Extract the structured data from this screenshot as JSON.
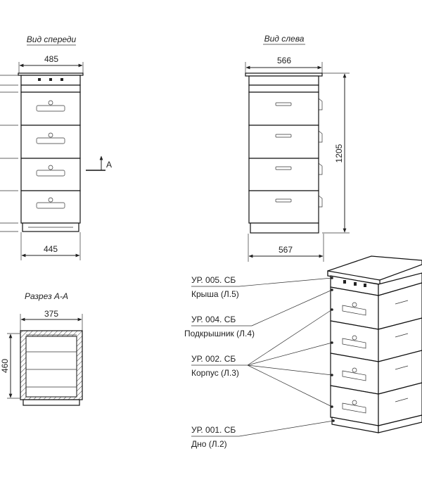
{
  "views": {
    "front": {
      "title": "Вид спереди",
      "dim_top": "485",
      "dim_bottom": "445"
    },
    "left": {
      "title": "Вид слева",
      "dim_top": "566",
      "dim_bottom": "567",
      "dim_height": "1205"
    },
    "section_marker": "A",
    "section": {
      "title": "Разрез А-А",
      "dim_width": "375",
      "dim_height": "460"
    }
  },
  "callouts": [
    {
      "code": "УР. 005. СБ",
      "name": "Крыша (Л.5)"
    },
    {
      "code": "УР. 004. СБ",
      "name": "Подкрышник (Л.4)"
    },
    {
      "code": "УР. 002. СБ",
      "name": "Корпус (Л.3)"
    },
    {
      "code": "УР. 001. СБ",
      "name": "Дно (Л.2)"
    }
  ]
}
